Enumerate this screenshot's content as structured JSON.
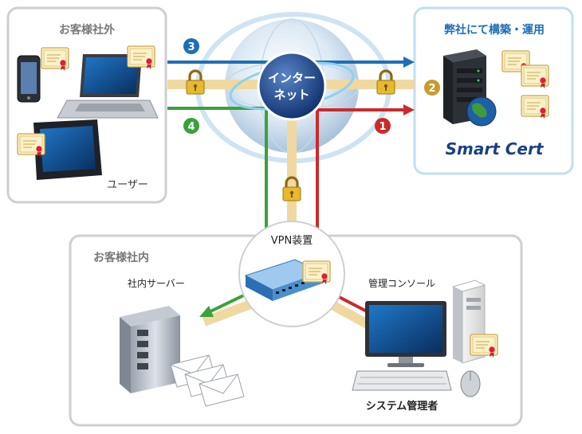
{
  "customer_outside": {
    "title": "お客様社外",
    "user_label": "ユーザー"
  },
  "company_side": {
    "title": "弊社にて構築・運用",
    "brand": "Smart Cert"
  },
  "internet": {
    "line1": "インター",
    "line2": "ネット"
  },
  "customer_inside": {
    "title": "お客様社内",
    "vpn_label": "VPN装置",
    "server_label": "社内サーバー",
    "console_label": "管理コンソール",
    "admin_label": "システム管理者"
  },
  "steps": [
    "1",
    "2",
    "3",
    "4"
  ],
  "colors": {
    "blue": "#1d6fb8",
    "green": "#3aa23a",
    "red": "#cc2a2a",
    "tan": "#efd9a0",
    "gold": "#c89c2c",
    "frame": "#cfcfcf",
    "accent_frame": "#bfe0f0"
  }
}
